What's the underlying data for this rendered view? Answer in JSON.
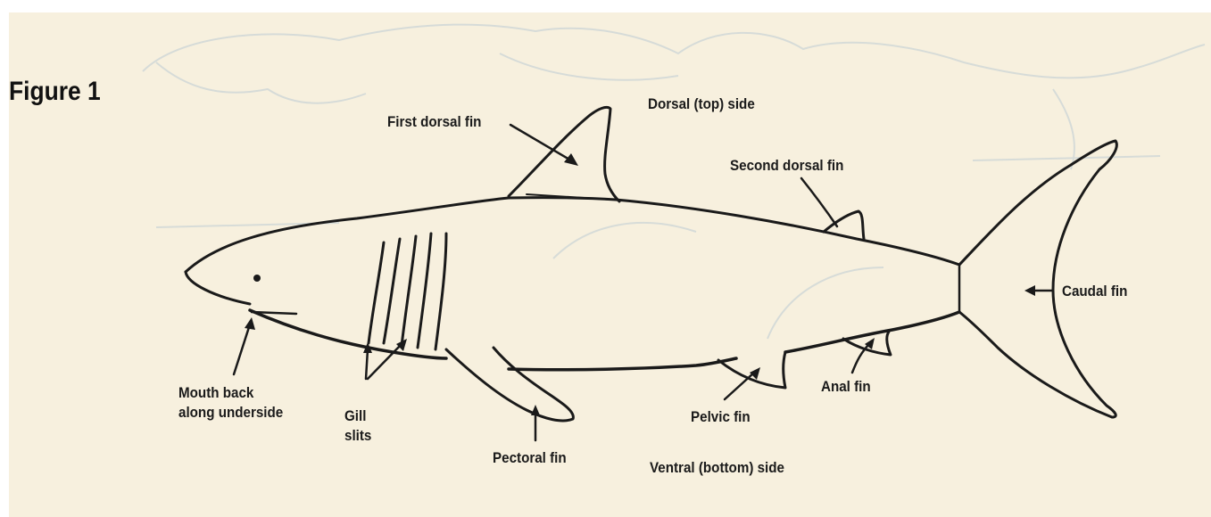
{
  "figure": {
    "title": "Figure 1"
  },
  "labels": {
    "first_dorsal_fin": "First dorsal fin",
    "dorsal_side": "Dorsal (top) side",
    "second_dorsal_fin": "Second dorsal fin",
    "caudal_fin": "Caudal fin",
    "mouth_line1": "Mouth back",
    "mouth_line2": "along underside",
    "gill_line1": "Gill",
    "gill_line2": "slits",
    "pectoral_fin": "Pectoral fin",
    "pelvic_fin": "Pelvic fin",
    "anal_fin": "Anal fin",
    "ventral_side": "Ventral (bottom) side"
  },
  "colors": {
    "paper": "#f7f0de",
    "ink": "#1a1a1a",
    "show_through": "#c9d3d6"
  }
}
